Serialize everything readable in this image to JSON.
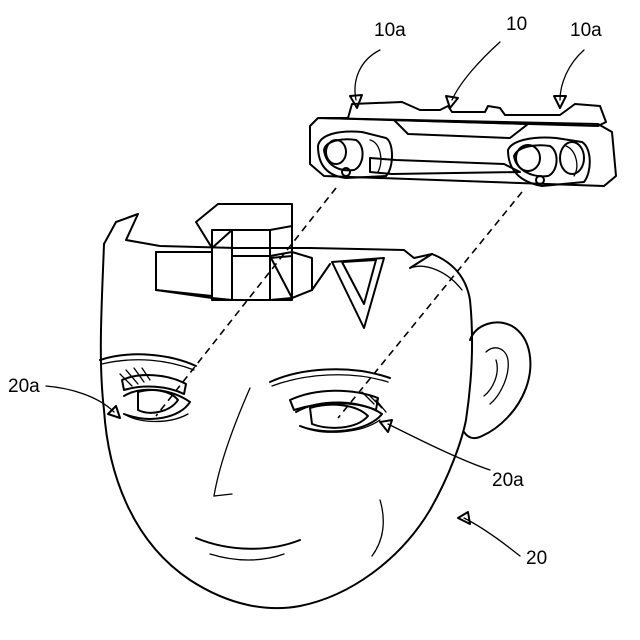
{
  "labels": {
    "device_left_section": "10a",
    "device": "10",
    "device_right_section": "10a",
    "face_left_eye": "20a",
    "face_right_eye": "20a",
    "face": "20"
  },
  "colors": {
    "ink": "#000000",
    "background": "#ffffff"
  }
}
